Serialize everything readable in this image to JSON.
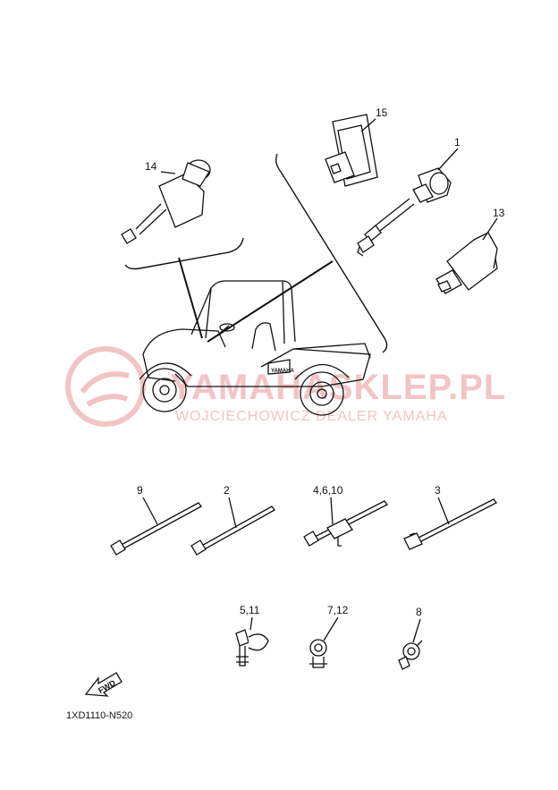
{
  "diagram": {
    "callouts": {
      "p15": "15",
      "p1": "1",
      "p13": "13",
      "p14": "14",
      "p9": "9",
      "p2": "2",
      "p4610": "4,6,10",
      "p3": "3",
      "p511": "5,11",
      "p712": "7,12",
      "p8": "8"
    },
    "watermark": {
      "main": "YAMAHASKLEP.PL",
      "sub": "WOJCIECHOWICZ DEALER YAMAHA"
    },
    "vehicle_badge": "YAMAHA",
    "fwd_label": "FWD",
    "drawing_code": "1XD1110-N520"
  }
}
